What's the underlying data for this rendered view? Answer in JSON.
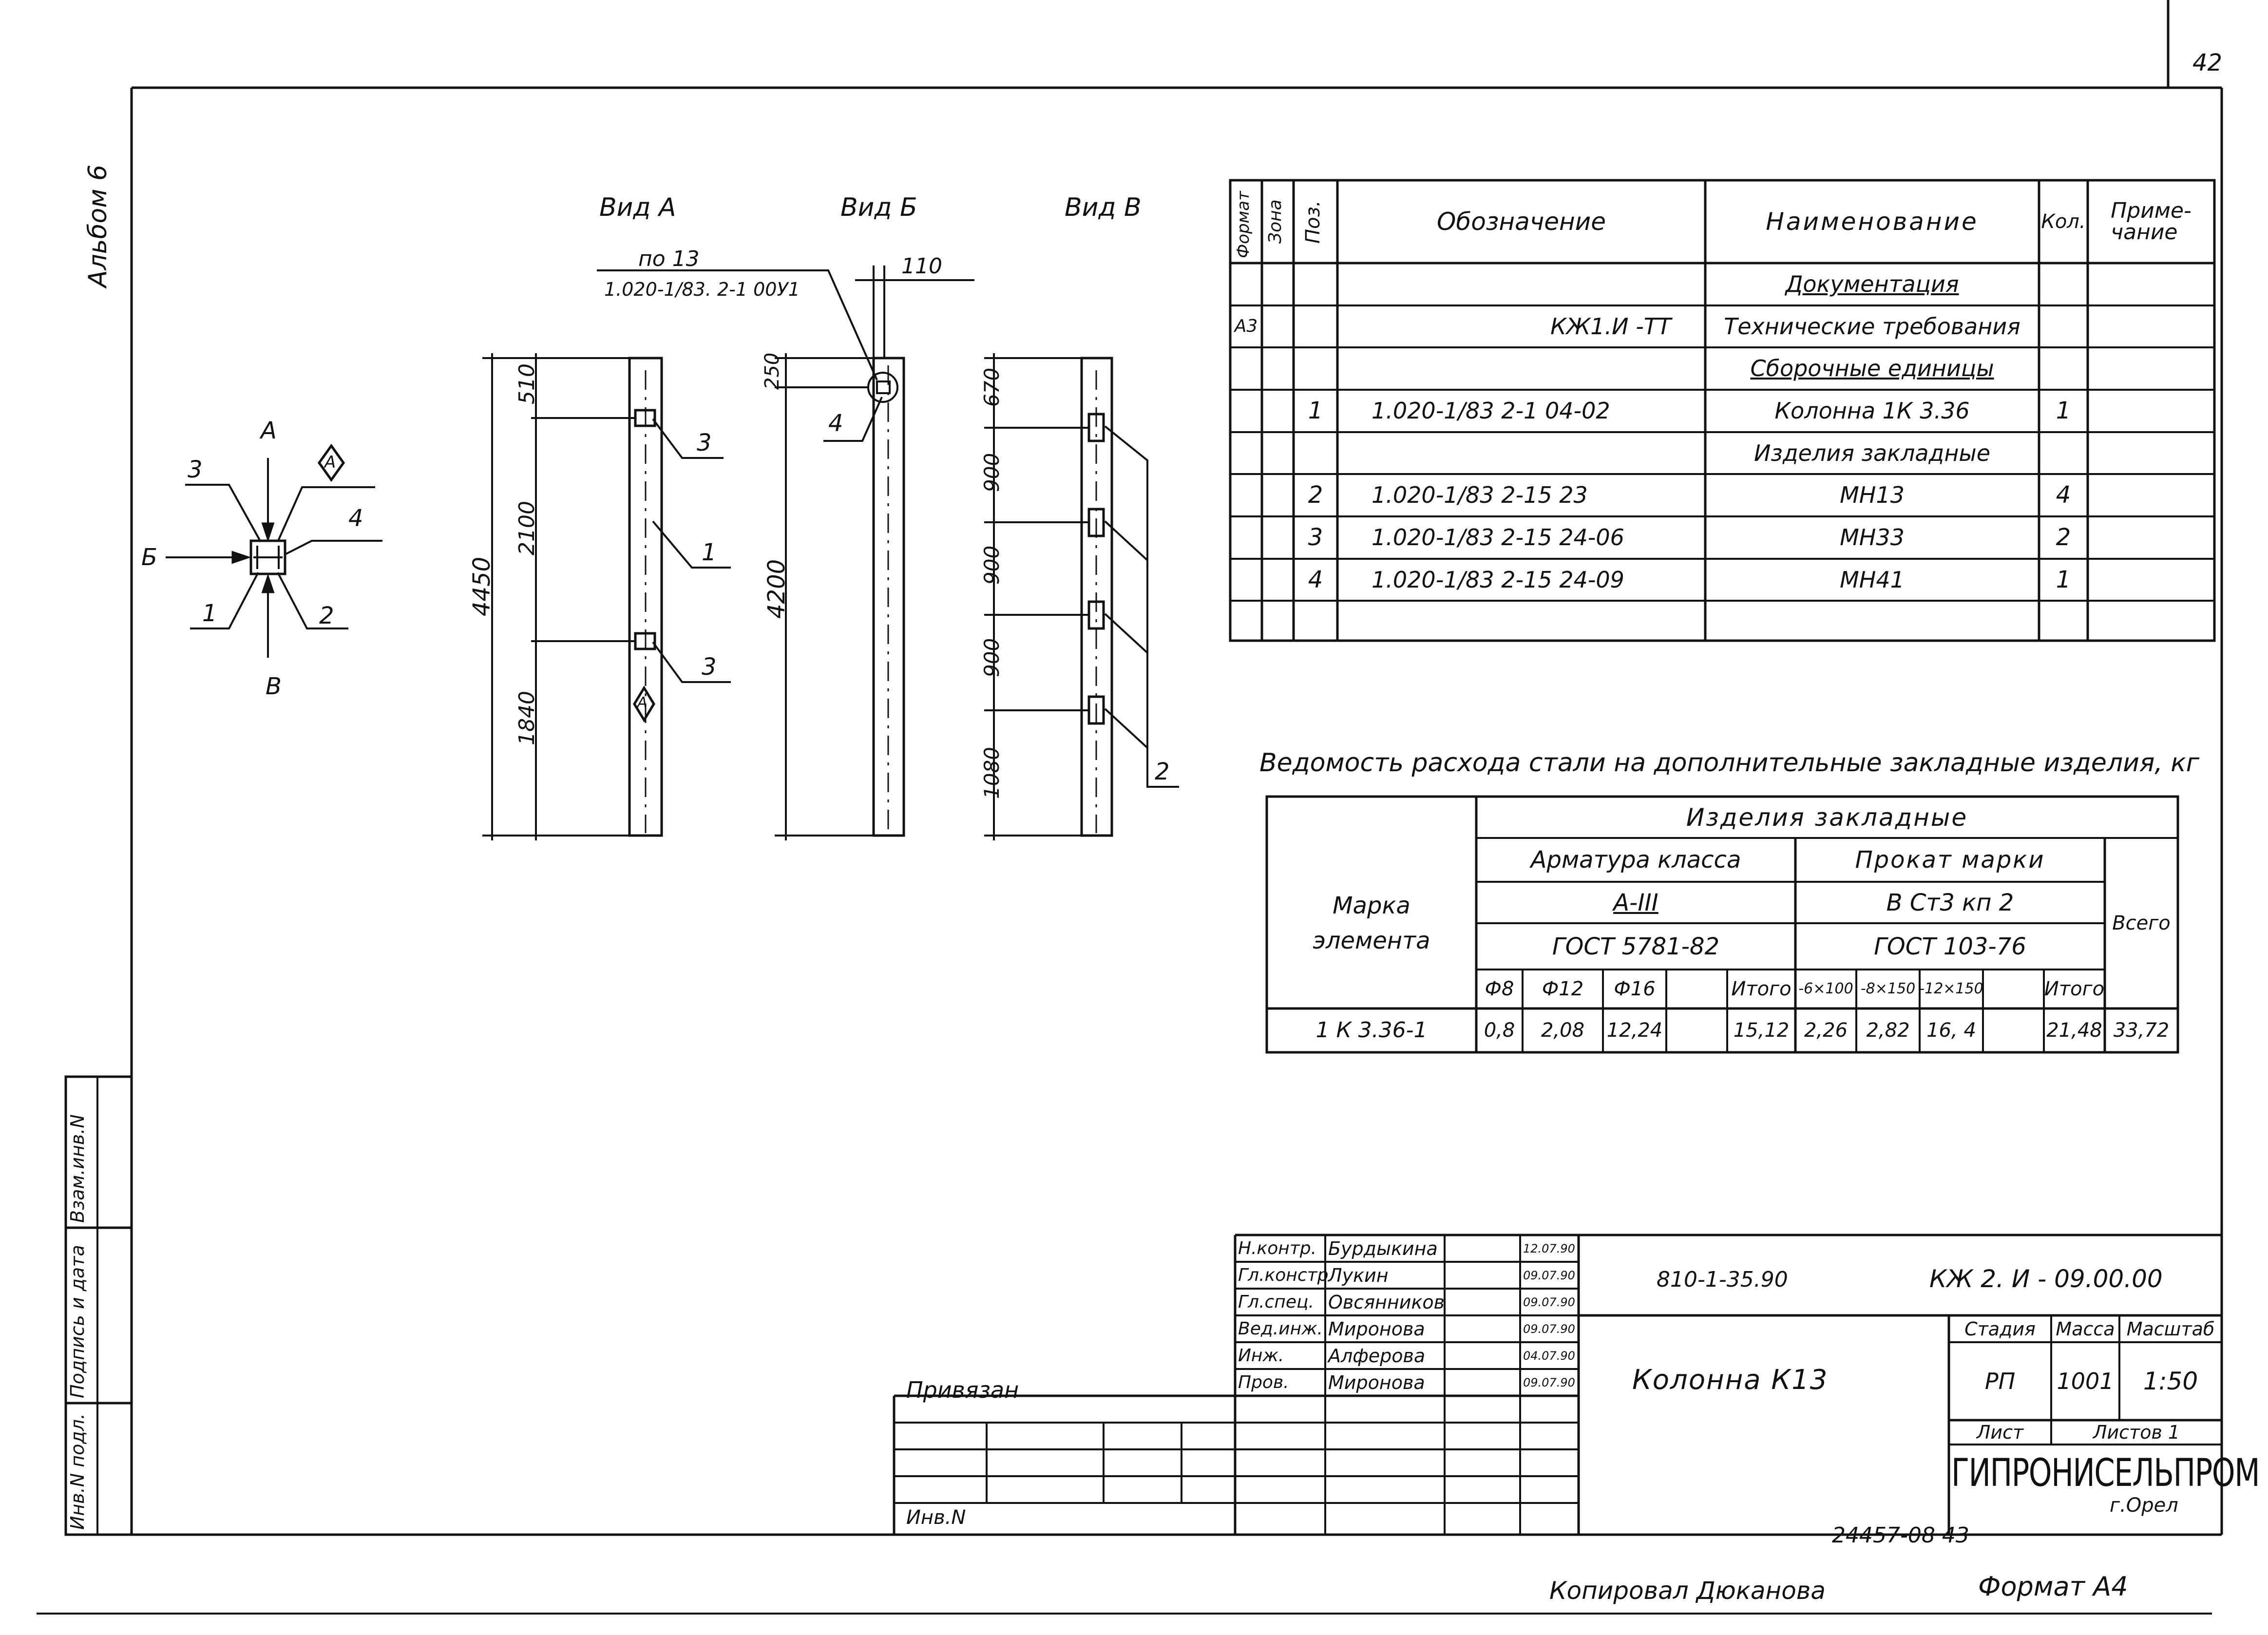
{
  "sheet": {
    "number": "42",
    "album": "Альбом 6",
    "copied": "Копировал Дюканова",
    "format": "Формат А4",
    "inv_code": "24457-08  43"
  },
  "views": {
    "a": "Вид А",
    "b": "Вид Б",
    "v": "Вид В"
  },
  "plan": {
    "a": "А",
    "b": "Б",
    "v": "В",
    "diamond": "А",
    "p1": "1",
    "p2": "2",
    "p3": "3",
    "p4": "4"
  },
  "view_a": {
    "overall": "4450",
    "d1": "510",
    "d2": "2100",
    "d3": "1840",
    "pos1": "1",
    "pos3a": "3",
    "pos3b": "3",
    "diamond": "А"
  },
  "view_b": {
    "ref1": "по 13",
    "ref2": "1.020-1/83. 2-1 00У1",
    "w": "110",
    "d1": "250",
    "overall": "4200",
    "pos4": "4"
  },
  "view_v": {
    "d1": "670",
    "d2": "900",
    "d3": "900",
    "d4": "900",
    "d5": "1080",
    "pos2": "2"
  },
  "spec": {
    "headers": {
      "format": "Формат",
      "zone": "Зона",
      "pos": "Поз.",
      "designation": "Обозначение",
      "name": "Наименование",
      "qty": "Кол.",
      "note": "Приме-\nчание"
    },
    "rows": [
      {
        "format": "",
        "pos": "",
        "designation": "",
        "name": "Документация",
        "qty": "",
        "u": true
      },
      {
        "format": "А3",
        "pos": "",
        "designation": "КЖ1.И -ТТ",
        "name": "Технические требования",
        "qty": ""
      },
      {
        "format": "",
        "pos": "",
        "designation": "",
        "name": "Сборочные единицы",
        "qty": "",
        "u": true
      },
      {
        "format": "",
        "pos": "1",
        "designation": "1.020-1/83  2-1  04-02",
        "name": "Колонна  1К 3.36",
        "qty": "1"
      },
      {
        "format": "",
        "pos": "",
        "designation": "",
        "name": "Изделия закладные",
        "qty": ""
      },
      {
        "format": "",
        "pos": "2",
        "designation": "1.020-1/83  2-15  23",
        "name": "МН13",
        "qty": "4"
      },
      {
        "format": "",
        "pos": "3",
        "designation": "1.020-1/83  2-15  24-06",
        "name": "МН33",
        "qty": "2"
      },
      {
        "format": "",
        "pos": "4",
        "designation": "1.020-1/83  2-15  24-09",
        "name": "МН41",
        "qty": "1"
      },
      {
        "format": "",
        "pos": "",
        "designation": "",
        "name": "",
        "qty": ""
      }
    ]
  },
  "steel": {
    "title": "Ведомость расхода стали на дополнительные закладные изделия, кг",
    "mark_header": "Марка\nэлемента",
    "group": "Изделия   закладные",
    "rebar": "Арматура  класса",
    "rebar_class": "А-III",
    "rebar_gost": "ГОСТ 5781-82",
    "rolled": "Прокат  марки",
    "rolled_grade": "В Ст3 кп 2",
    "rolled_gost": "ГОСТ 103-76",
    "total": "Всего",
    "cols": [
      "Ф8",
      "Ф12",
      "Ф16",
      "",
      "Итого",
      "-6×100",
      "-8×150",
      "-12×150",
      "",
      "Итого"
    ],
    "row": {
      "mark": "1 К 3.36-1",
      "values": [
        "0,8",
        "2,08",
        "12,24",
        "",
        "15,12",
        "2,26",
        "2,82",
        "16, 4",
        "",
        "21,48"
      ],
      "total": "33,72"
    }
  },
  "stamp": {
    "roles": [
      "Н.контр.",
      "Гл.констр",
      "Гл.спец.",
      "Вед.инж.",
      "Инж.",
      "Пров."
    ],
    "names": [
      "Бурдыкина",
      "Лукин",
      "Овсянников",
      "Миронова",
      "Алферова",
      "Миронова"
    ],
    "dates": [
      "12.07.90",
      "09.07.90",
      "09.07.90",
      "09.07.90",
      "04.07.90",
      "09.07.90"
    ],
    "project": "810-1-35.90",
    "code": "КЖ 2. И - 09.00.00",
    "title": "Колонна К13",
    "stage_h": "Стадия",
    "mass_h": "Масса",
    "scale_h": "Масштаб",
    "stage": "РП",
    "mass": "1001",
    "scale": "1:50",
    "sheet_h": "Лист",
    "sheets_h": "Листов 1",
    "org": "ГИПРОНИСЕЛЬПРОМ",
    "city": "г.Орел",
    "bound": "Привязан",
    "inv": "Инв.N"
  },
  "margin": {
    "inv_orig": "Инв.N подл.",
    "sign_date": "Подпись и дата",
    "instead": "Взам.инв.N"
  }
}
